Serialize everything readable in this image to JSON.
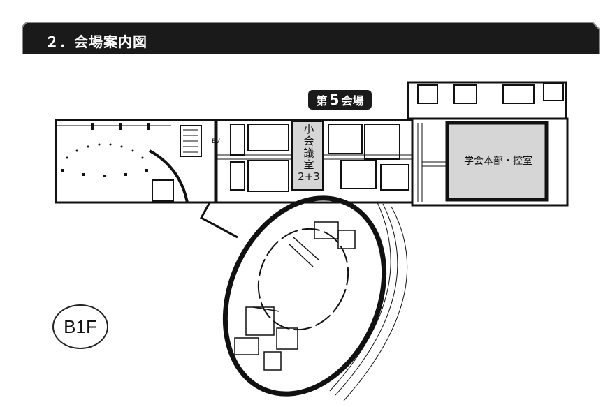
{
  "header": {
    "title": "２．会場案内図"
  },
  "map": {
    "floor": "B1F",
    "ev_label": "EV",
    "badge": {
      "prefix": "第",
      "number": "5",
      "suffix": "会場"
    },
    "small_room_lines": [
      "小",
      "会",
      "議",
      "室",
      "2+3"
    ],
    "hq_room": "学会本部・控室"
  },
  "colors": {
    "banner": "#1a1a1a",
    "banner_border": "#888888",
    "room_fill": "#d6d6d6",
    "wall": "#111111"
  }
}
